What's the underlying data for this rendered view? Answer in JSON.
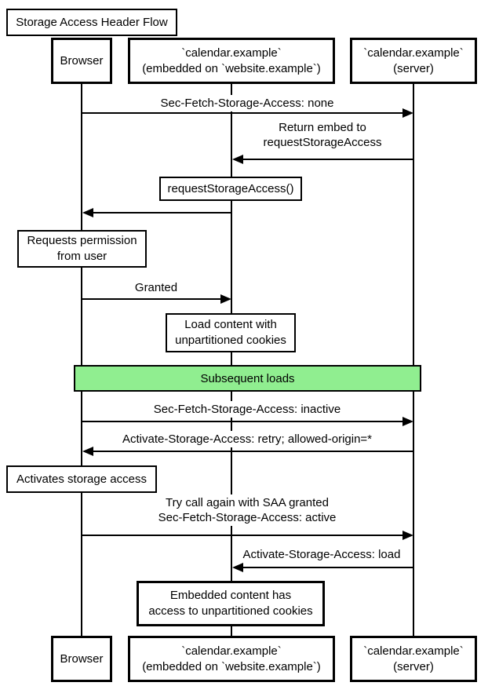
{
  "title": "Storage Access Header Flow",
  "diagram_type": "sequence-diagram",
  "participants": [
    {
      "id": "browser",
      "lines": [
        "Browser"
      ]
    },
    {
      "id": "embed",
      "lines": [
        "`calendar.example`",
        "(embedded on `website.example`)"
      ]
    },
    {
      "id": "server",
      "lines": [
        "`calendar.example`",
        "(server)"
      ]
    }
  ],
  "messages": [
    {
      "from": "browser",
      "to": "server",
      "lines": [
        "Sec-Fetch-Storage-Access: none"
      ]
    },
    {
      "from": "server",
      "to": "embed",
      "lines": [
        "Return embed to",
        "requestStorageAccess"
      ]
    },
    {
      "from": "embed",
      "to": "browser",
      "lines": []
    },
    {
      "from": "browser",
      "to": "embed",
      "lines": [
        "Granted"
      ]
    },
    {
      "from": "browser",
      "to": "server",
      "lines": [
        "Sec-Fetch-Storage-Access: inactive"
      ]
    },
    {
      "from": "server",
      "to": "browser",
      "lines": [
        "Activate-Storage-Access: retry; allowed-origin=*"
      ]
    },
    {
      "from": "browser",
      "to": "server",
      "lines": [
        "Try call again with SAA granted",
        "Sec-Fetch-Storage-Access: active"
      ]
    },
    {
      "from": "server",
      "to": "embed",
      "lines": [
        "Activate-Storage-Access: load"
      ]
    }
  ],
  "notes": [
    {
      "over": "embed",
      "lines": [
        "requestStorageAccess()"
      ]
    },
    {
      "over": "browser",
      "lines": [
        "Requests permission",
        "from user"
      ]
    },
    {
      "over": "embed",
      "lines": [
        "Load content with",
        "unpartitioned cookies"
      ]
    },
    {
      "over": "browser",
      "lines": [
        "Activates storage access"
      ]
    },
    {
      "over": "embed",
      "lines": [
        "Embedded content has",
        "access to unpartitioned cookies"
      ]
    }
  ],
  "divider": {
    "label": "Subsequent loads",
    "fill_color": "#90ee90",
    "border_color": "#000000"
  },
  "colors": {
    "line": "#000000",
    "text": "#000000",
    "background": "#ffffff",
    "box_fill": "#ffffff"
  }
}
